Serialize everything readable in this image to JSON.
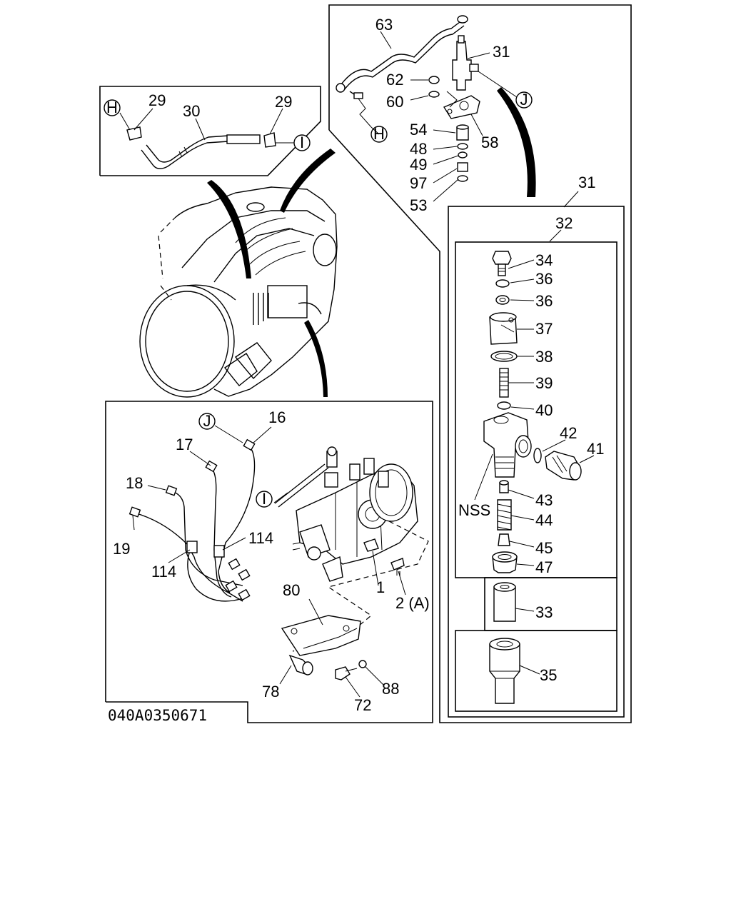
{
  "diagram": {
    "drawing_number": "040A0350671",
    "callouts": {
      "c63": "63",
      "c31_inj": "31",
      "c62": "62",
      "c60": "60",
      "c54": "54",
      "c58": "58",
      "c48": "48",
      "c49": "49",
      "c97": "97",
      "c53": "53",
      "c31_box": "31",
      "c32": "32",
      "c34": "34",
      "c36a": "36",
      "c36b": "36",
      "c37": "37",
      "c38": "38",
      "c39": "39",
      "c40": "40",
      "c41": "41",
      "c42": "42",
      "c43": "43",
      "c44": "44",
      "c45": "45",
      "c47": "47",
      "nss": "NSS",
      "c33": "33",
      "c35": "35",
      "c29a": "29",
      "c30": "30",
      "c29b": "29",
      "c16": "16",
      "c17": "17",
      "c18": "18",
      "c19": "19",
      "c114a": "114",
      "c114b": "114",
      "c80": "80",
      "c1": "1",
      "c2": "2 (A)",
      "c78": "78",
      "c72": "72",
      "c88": "88"
    },
    "ref_markers": {
      "h_top": "H",
      "j_top": "J",
      "h_left": "H",
      "i_left": "I",
      "j_bottom": "J",
      "i_bottom": "I"
    }
  }
}
